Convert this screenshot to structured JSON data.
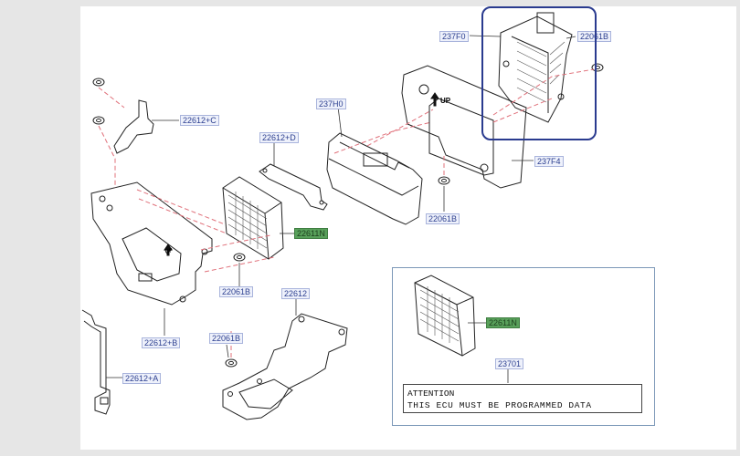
{
  "callouts": {
    "c_237F0": "237F0",
    "c_22061B_top": "22061B",
    "c_237H0": "237H0",
    "c_22612C": "22612+C",
    "c_22612D": "22612+D",
    "c_237F4": "237F4",
    "c_22061B_mid": "22061B",
    "c_22611N_main": "22611N",
    "c_22061B_left": "22061B",
    "c_22612": "22612",
    "c_22612B": "22612+B",
    "c_22061B_bottom": "22061B",
    "c_22612A": "22612+A",
    "c_22611N_inset": "22611N",
    "c_23701": "23701"
  },
  "attention": {
    "title": "ATTENTION",
    "text": "THIS ECU MUST BE PROGRAMMED DATA"
  },
  "up_label": "UP",
  "colors": {
    "callout_text": "#2c3f8f",
    "callout_bg": "#eef1fb",
    "green_callout": "#58a05a",
    "highlight_border": "#2a3b8f",
    "dashed_leader": "#e0707a"
  }
}
